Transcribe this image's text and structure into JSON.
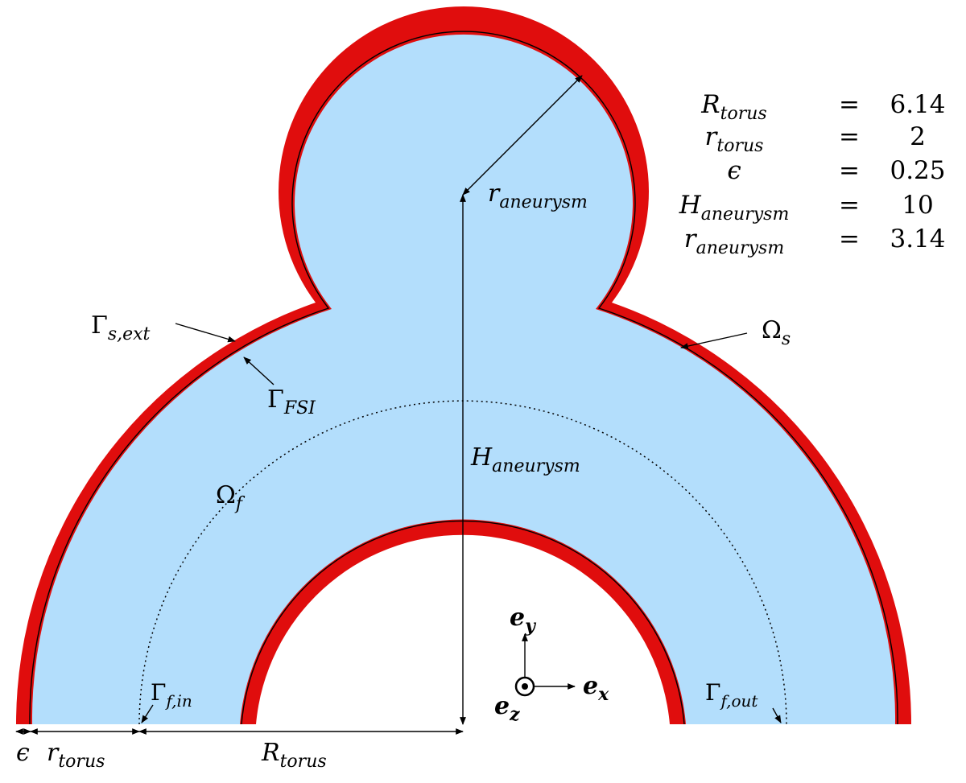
{
  "colors": {
    "fluid": "#b3defc",
    "solid": "#e00d0d",
    "interface": "#000000",
    "background": "#ffffff"
  },
  "parameters": [
    {
      "symbol": "R",
      "subscript": "torus",
      "equals": "=",
      "value": "6.14"
    },
    {
      "symbol": "r",
      "subscript": "torus",
      "equals": "=",
      "value": "2"
    },
    {
      "symbol": "ϵ",
      "subscript": "",
      "equals": "=",
      "value": "0.25"
    },
    {
      "symbol": "H",
      "subscript": "aneurysm",
      "equals": "=",
      "value": "10"
    },
    {
      "symbol": "r",
      "subscript": "aneurysm",
      "equals": "=",
      "value": "3.14"
    }
  ],
  "labels": {
    "gamma_s_ext": {
      "main": "Γ",
      "sub": "s,ext"
    },
    "gamma_fsi": {
      "main": "Γ",
      "sub": "FSI"
    },
    "omega_s": {
      "main": "Ω",
      "sub": "s"
    },
    "omega_f": {
      "main": "Ω",
      "sub": "f"
    },
    "gamma_f_in": {
      "main": "Γ",
      "sub": "f,in"
    },
    "gamma_f_out": {
      "main": "Γ",
      "sub": "f,out"
    },
    "r_aneurysm": {
      "main": "r",
      "sub": "aneurysm"
    },
    "h_aneurysm": {
      "main": "H",
      "sub": "aneurysm"
    },
    "epsilon": {
      "main": "ϵ",
      "sub": ""
    },
    "r_torus": {
      "main": "r",
      "sub": "torus"
    },
    "R_torus": {
      "main": "R",
      "sub": "torus"
    }
  },
  "axes": {
    "ex": {
      "main": "e",
      "sub": "x"
    },
    "ey": {
      "main": "e",
      "sub": "y"
    },
    "ez": {
      "main": "e",
      "sub": "z"
    }
  }
}
